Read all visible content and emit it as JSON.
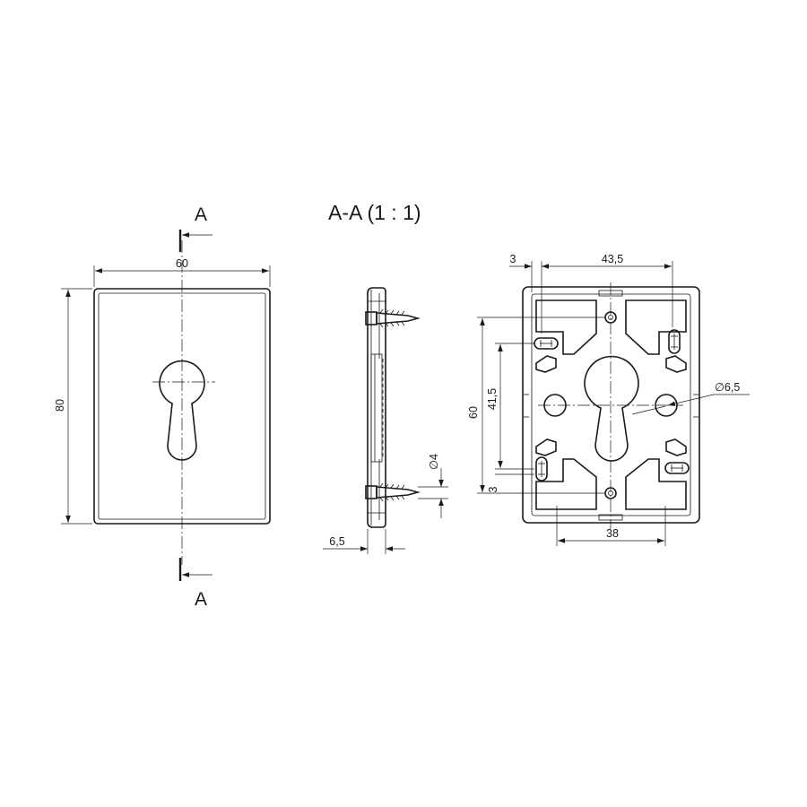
{
  "section": {
    "marker_top": "A",
    "marker_bottom": "A",
    "title": "A-A (1 : 1)"
  },
  "front_view": {
    "width_dim": "60",
    "height_dim": "80"
  },
  "side_view": {
    "screw_dia_dim": "∅4",
    "thickness_dim": "6,5"
  },
  "back_view": {
    "edge_offset_dim": "3",
    "hole_x_dim": "43,5",
    "hole_dia_dim": "∅6,5",
    "height_dim": "60",
    "hole_y_dim": "41,5",
    "bottom_offset_dim": "3",
    "bottom_width_dim": "38"
  }
}
